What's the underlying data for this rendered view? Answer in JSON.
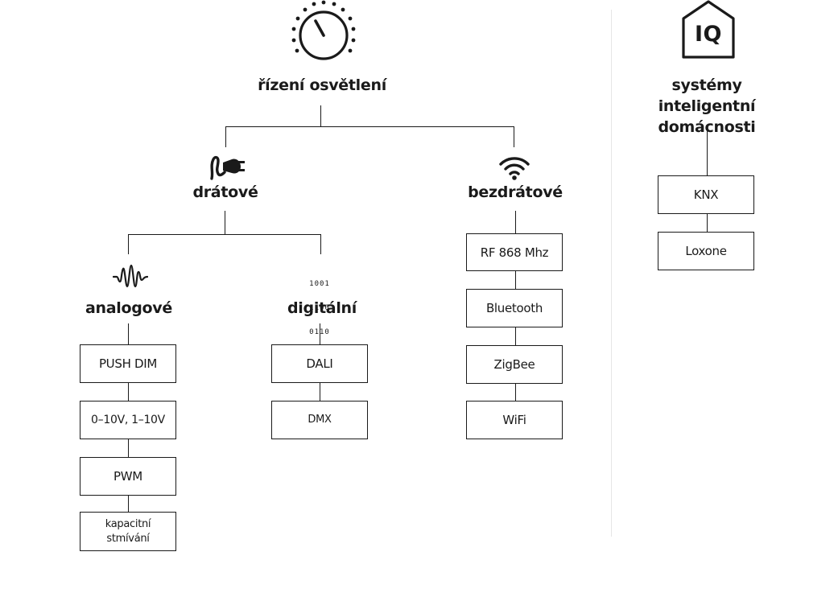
{
  "lighting": {
    "title": "řízení osvětlení",
    "wired": {
      "label": "drátové",
      "analog": {
        "label": "analogové",
        "items": [
          "PUSH DIM",
          "0–10V, 1–10V",
          "PWM",
          "kapacitní stmívání"
        ]
      },
      "digital": {
        "label": "digitální",
        "bits": [
          "1001",
          "1100",
          "0110"
        ],
        "items": [
          "DALI",
          "DMX"
        ]
      }
    },
    "wireless": {
      "label": "bezdrátové",
      "items": [
        "RF 868 Mhz",
        "Bluetooth",
        "ZigBee",
        "WiFi"
      ]
    }
  },
  "smart_home": {
    "logo_text": "IQ",
    "title": "systémy inteligentní domácnosti",
    "items": [
      "KNX",
      "Loxone"
    ]
  },
  "icons": {
    "dimmer": "dimmer-knob-icon",
    "plug": "plug-icon",
    "wifi": "wifi-icon",
    "wave": "analog-wave-icon",
    "binary": "binary-icon",
    "home": "iq-house-icon"
  },
  "colors": {
    "line": "#1a1a1a",
    "separator": "#e6e6e6",
    "background": "#ffffff"
  }
}
